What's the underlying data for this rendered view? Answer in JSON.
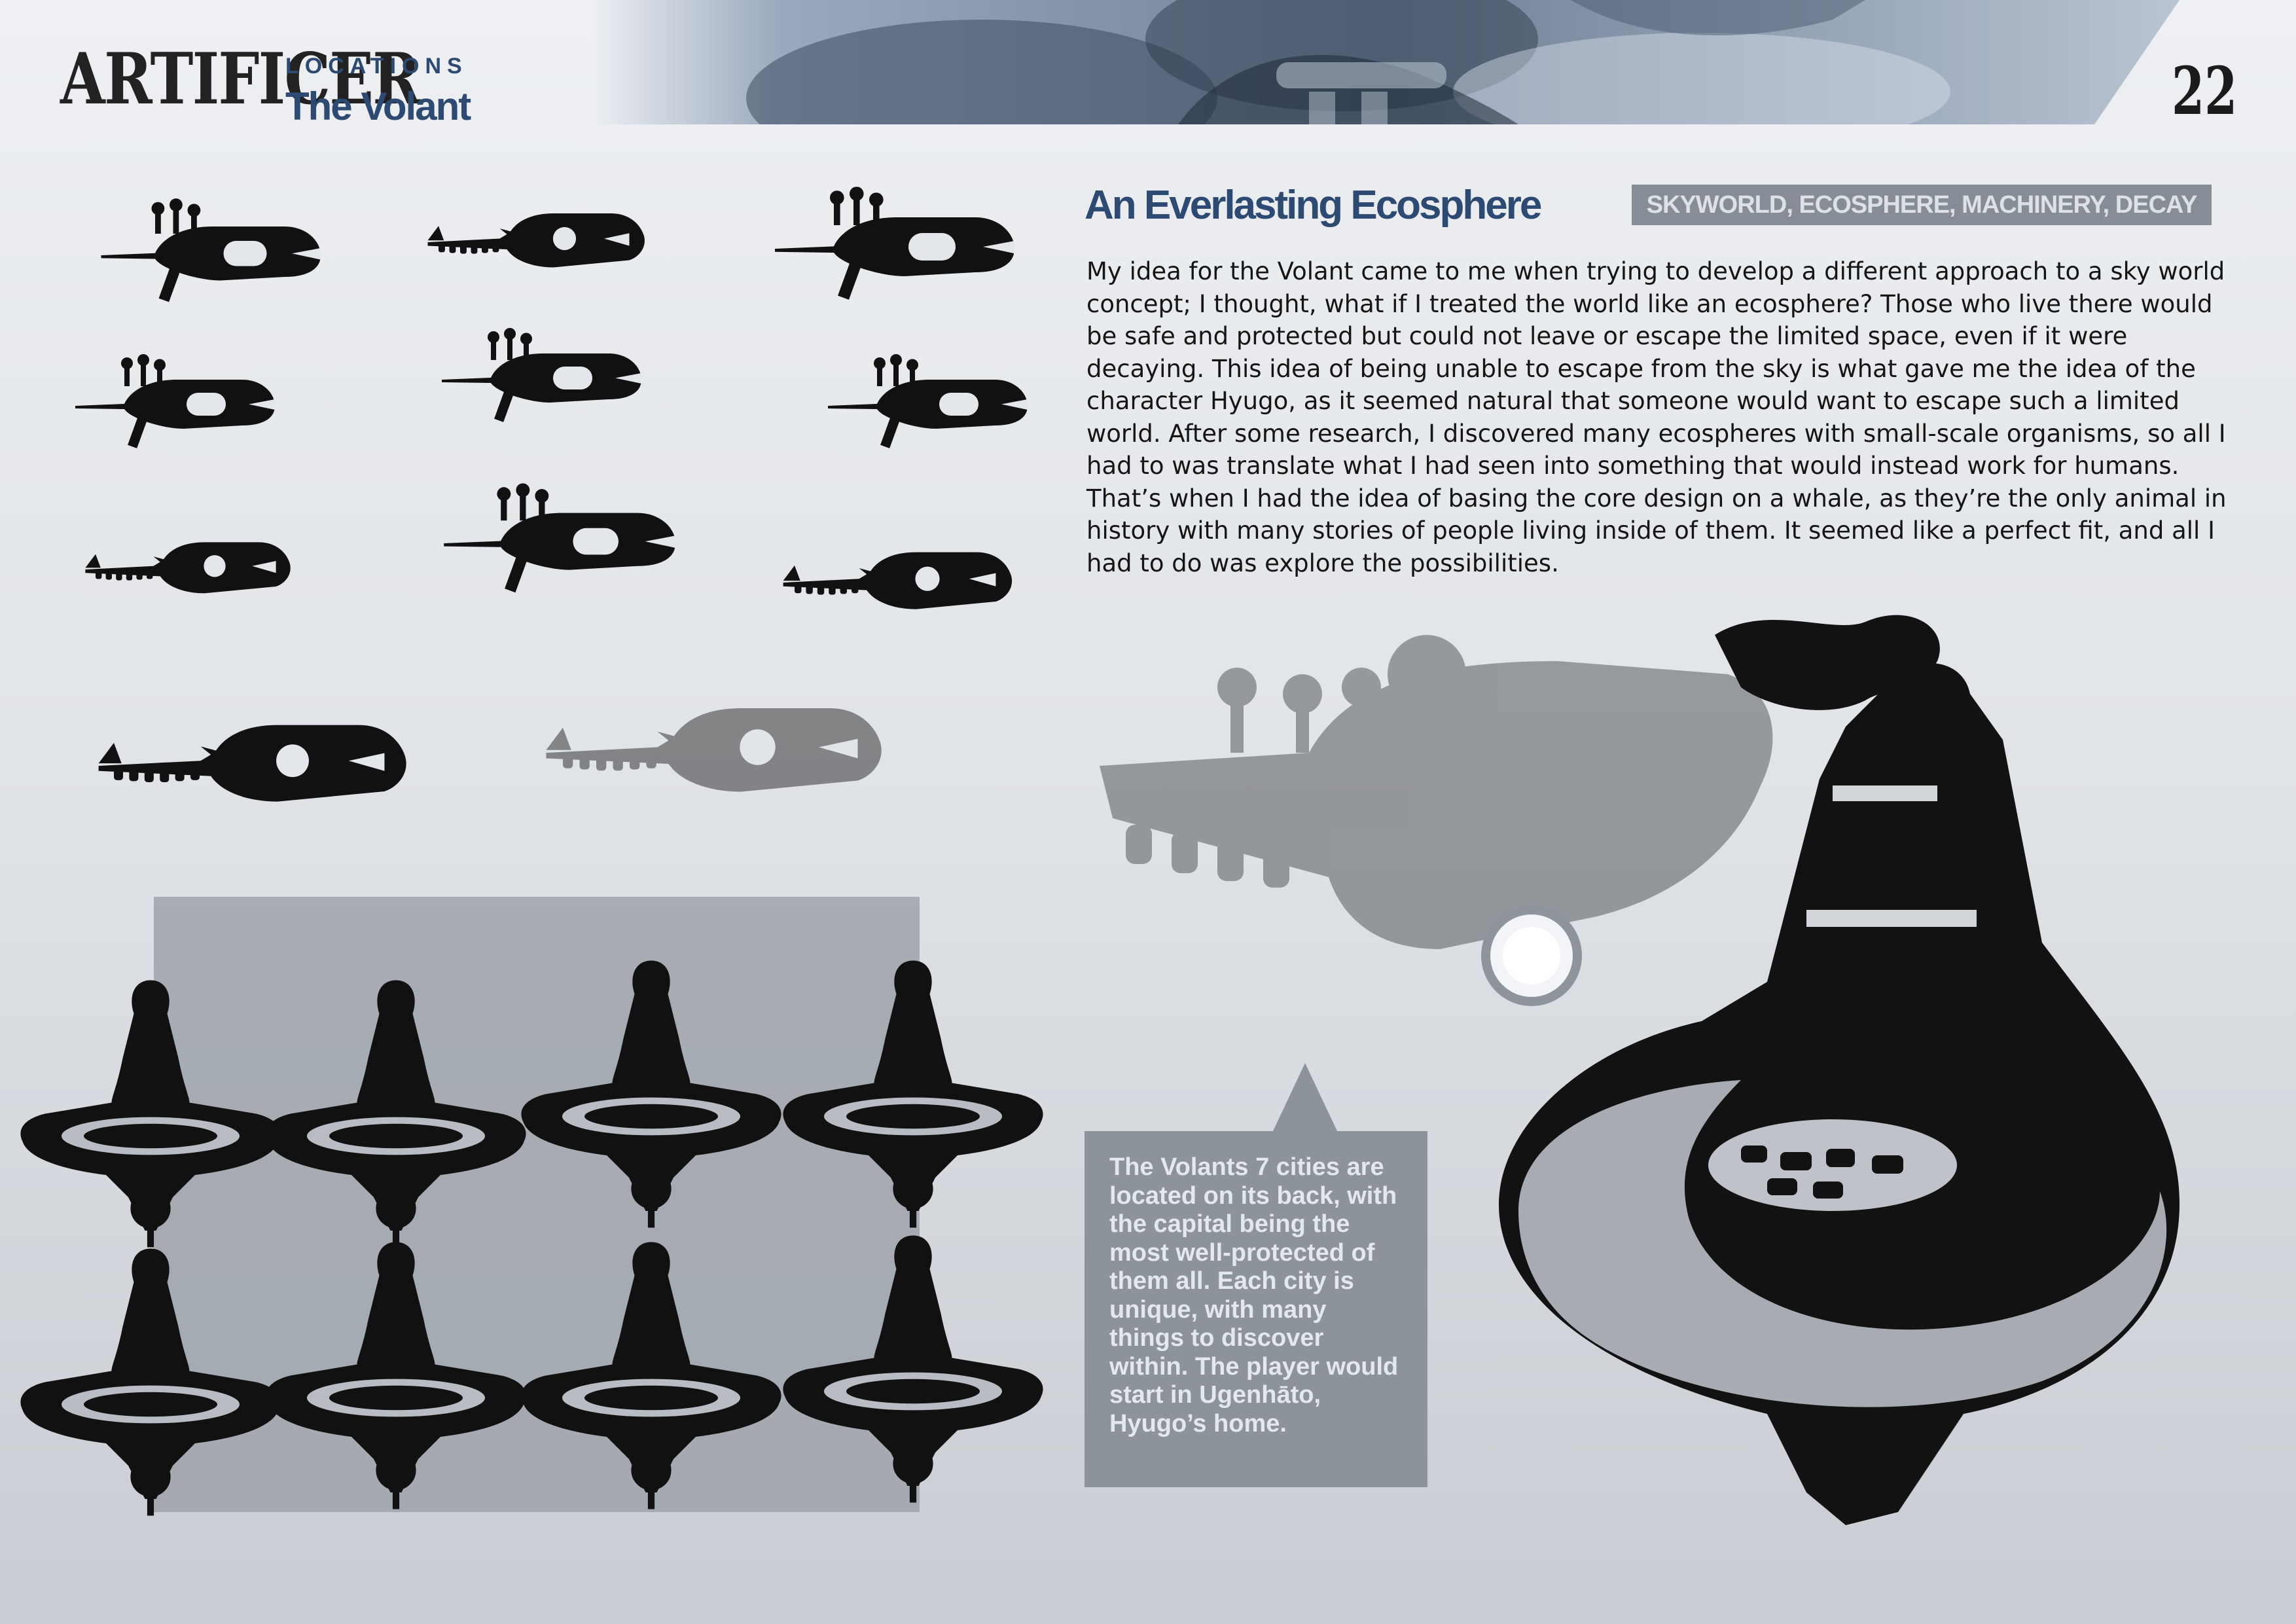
{
  "header": {
    "logo": "ARTIFICER",
    "section_label": "LOCATIONS",
    "section_title": "The Volant",
    "page_number": "22"
  },
  "article": {
    "title": "An Everlasting Ecosphere",
    "tags": "SKYWORLD, ECOSPHERE, MACHINERY, DECAY",
    "body": "My idea for the Volant came to me when trying to develop a different approach to a sky world concept; I thought, what if I treated the world like an ecosphere? Those who live there would be safe and protected but could not leave or escape the limited space, even if it were decaying. This idea of being unable to escape from the sky is what gave me the idea of the character Hyugo, as it seemed natural that someone would want to escape such a limited world. After some research, I discovered many ecospheres with small-scale organisms, so all I had to was translate what I had seen into something that would instead work for humans. That’s when I had the idea of basing the core design on a whale, as they’re the only animal in history with many stories of people living inside of them. It seemed like a perfect fit, and all I had to do was explore the possibilities."
  },
  "callout": {
    "text": "The Volants 7 cities are located on its back, with the capital being the most well-protected of them all. Each city is unique, with many things to discover within. The player would start in Ugenhāto, Hyugo’s home."
  },
  "colors": {
    "accent_blue": "#2d4a73",
    "tag_bg": "#878d96",
    "callout_bg": "#8d939b",
    "silhouette": "#111111"
  }
}
